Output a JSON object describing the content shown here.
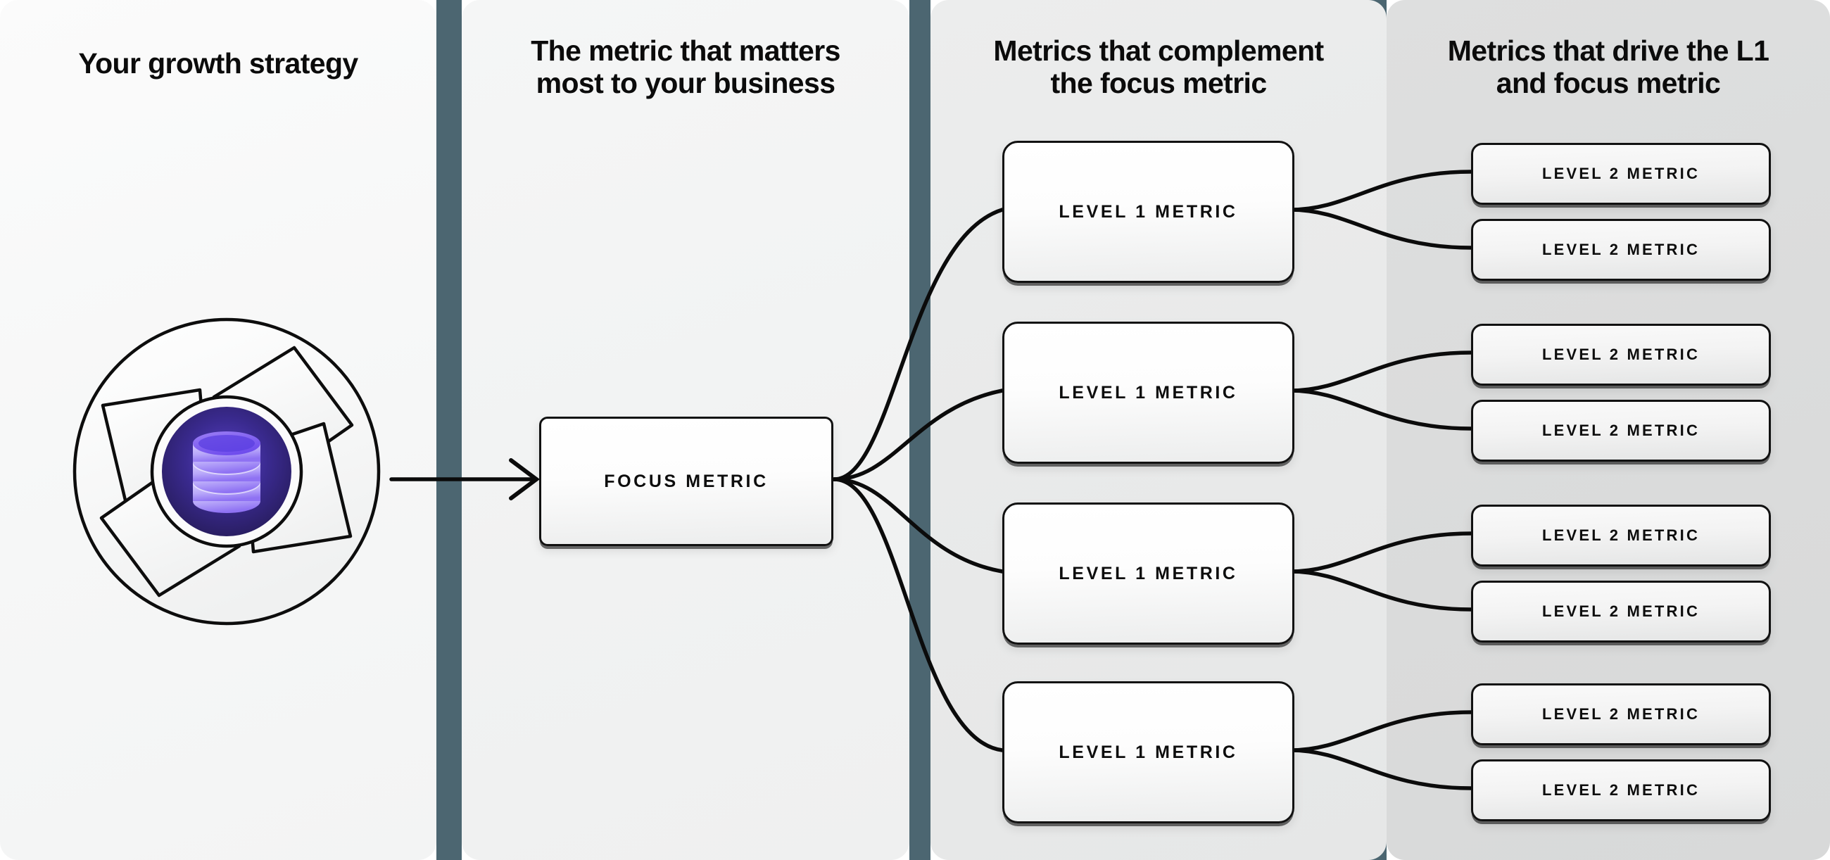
{
  "theme": {
    "separator_color": "#4c6671",
    "panel1_bg": "#f7f8f8",
    "panel2_bg": "#f1f2f2",
    "panel3_bg": "#e8e9e9",
    "panel4_bg": "#dadbdb",
    "box_border": "#111111",
    "logo_ring_fill": "#fafafa",
    "logo_core_dark": "#2b2163",
    "logo_core_mid": "#4a33b5",
    "logo_db_light": "#c3b7fb",
    "logo_db_mid": "#7c5cf0"
  },
  "columns": [
    {
      "id": "strategy",
      "title": "Your growth strategy"
    },
    {
      "id": "focus",
      "title": "The metric that matters\nmost to your business"
    },
    {
      "id": "complement",
      "title": "Metrics that complement\nthe focus metric"
    },
    {
      "id": "drivers",
      "title": "Metrics that drive the L1\nand focus metric"
    }
  ],
  "logo": {
    "name": "growth-strategy-aperture-logo",
    "icon": "database-icon",
    "blades": 4
  },
  "focus_metric": {
    "label": "FOCUS METRIC"
  },
  "level1_metrics": [
    {
      "label": "LEVEL 1 METRIC",
      "children": [
        {
          "label": "LEVEL 2 METRIC"
        },
        {
          "label": "LEVEL 2 METRIC"
        }
      ]
    },
    {
      "label": "LEVEL 1 METRIC",
      "children": [
        {
          "label": "LEVEL 2 METRIC"
        },
        {
          "label": "LEVEL 2 METRIC"
        }
      ]
    },
    {
      "label": "LEVEL 1 METRIC",
      "children": [
        {
          "label": "LEVEL 2 METRIC"
        },
        {
          "label": "LEVEL 2 METRIC"
        }
      ]
    },
    {
      "label": "LEVEL 1 METRIC",
      "children": [
        {
          "label": "LEVEL 2 METRIC"
        },
        {
          "label": "LEVEL 2 METRIC"
        }
      ]
    }
  ],
  "connectors": {
    "strategy_to_focus": "arrow",
    "focus_to_level1": "curve-fan",
    "level1_to_level2": "curve-fan"
  }
}
